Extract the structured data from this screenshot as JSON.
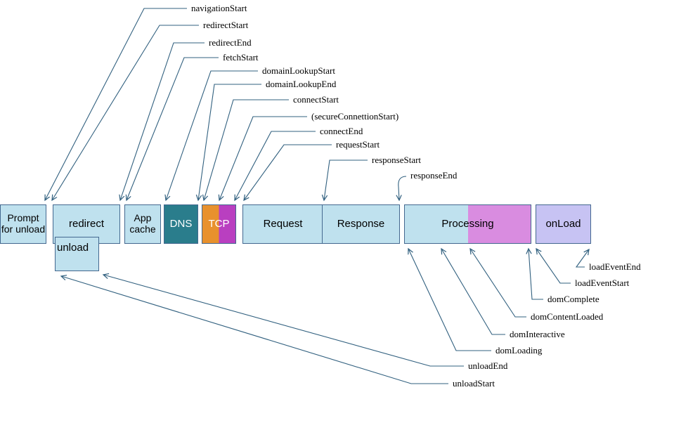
{
  "boxes": {
    "prompt": "Prompt for unload",
    "redirect": "redirect",
    "unload": "unload",
    "app_cache": "App cache",
    "dns": "DNS",
    "tcp": "TCP",
    "request": "Request",
    "response": "Response",
    "processing": "Processing",
    "onload": "onLoad"
  },
  "top_events": [
    "navigationStart",
    "redirectStart",
    "redirectEnd",
    "fetchStart",
    "domainLookupStart",
    "domainLookupEnd",
    "connectStart",
    "(secureConnettionStart)",
    "connectEnd",
    "requestStart",
    "responseStart",
    "responseEnd"
  ],
  "bottom_events": [
    "loadEventEnd",
    "loadEventStart",
    "domComplete",
    "domContentLoaded",
    "domInteractive",
    "domLoading",
    "unloadEnd",
    "unloadStart"
  ],
  "colors": {
    "box_fill": "#bfe1ee",
    "box_border": "#44688f",
    "dns_fill": "#2a7d8c",
    "tcp_orange": "#e8912d",
    "tcp_magenta": "#b93fc0",
    "processing_violet": "#d98ce0",
    "onload_fill": "#c7c3f3",
    "arrow_line": "#31607f",
    "background": "#ffffff"
  }
}
